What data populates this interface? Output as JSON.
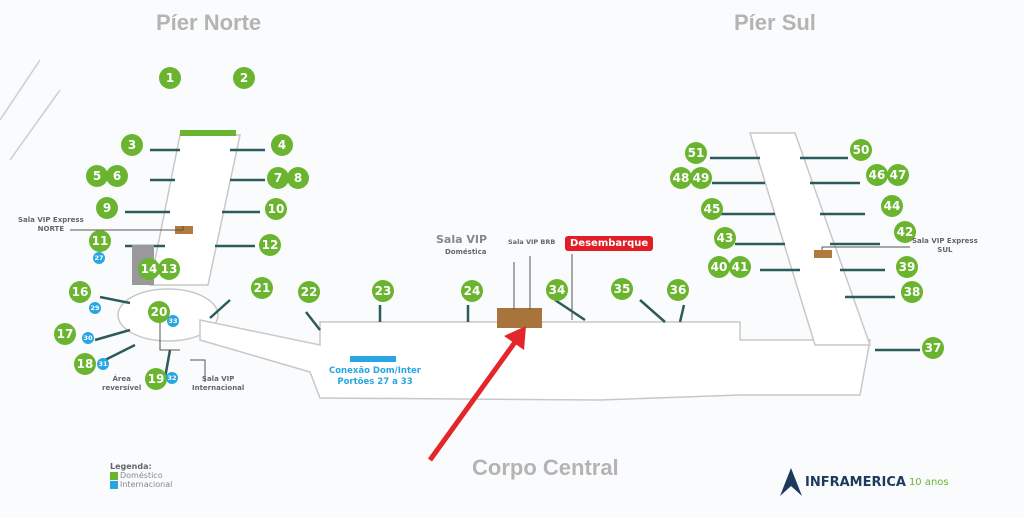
{
  "titles": {
    "north": "Píer Norte",
    "south": "Píer Sul",
    "central": "Corpo Central"
  },
  "colors": {
    "domestic": "#6ab42f",
    "international": "#27a6e1",
    "disembark": "#e01e26",
    "arrow": "#e3262b",
    "vip_room": "#a8743c"
  },
  "gates_domestic": [
    {
      "n": "1"
    },
    {
      "n": "2"
    },
    {
      "n": "3"
    },
    {
      "n": "4"
    },
    {
      "n": "5"
    },
    {
      "n": "6"
    },
    {
      "n": "7"
    },
    {
      "n": "8"
    },
    {
      "n": "9"
    },
    {
      "n": "10"
    },
    {
      "n": "11"
    },
    {
      "n": "12"
    },
    {
      "n": "13"
    },
    {
      "n": "14"
    },
    {
      "n": "16"
    },
    {
      "n": "17"
    },
    {
      "n": "18"
    },
    {
      "n": "19"
    },
    {
      "n": "20"
    },
    {
      "n": "21"
    },
    {
      "n": "22"
    },
    {
      "n": "23"
    },
    {
      "n": "24"
    },
    {
      "n": "34"
    },
    {
      "n": "35"
    },
    {
      "n": "36"
    },
    {
      "n": "37"
    },
    {
      "n": "38"
    },
    {
      "n": "39"
    },
    {
      "n": "40"
    },
    {
      "n": "41"
    },
    {
      "n": "42"
    },
    {
      "n": "43"
    },
    {
      "n": "44"
    },
    {
      "n": "45"
    },
    {
      "n": "46"
    },
    {
      "n": "47"
    },
    {
      "n": "48"
    },
    {
      "n": "49"
    },
    {
      "n": "50"
    },
    {
      "n": "51"
    }
  ],
  "gates_international": [
    {
      "n": "27"
    },
    {
      "n": "29"
    },
    {
      "n": "30"
    },
    {
      "n": "31"
    },
    {
      "n": "32"
    },
    {
      "n": "33"
    }
  ],
  "labels": {
    "vip_express_norte": "Sala VIP Express\nNORTE",
    "vip_express_sul": "Sala VIP Express\nSUL",
    "vip_domestica_title": "Sala VIP",
    "vip_domestica_sub": "Doméstica",
    "vip_brb": "Sala VIP BRB",
    "vip_internacional": "Sala VIP\nInternacional",
    "area_reversivel": "Área\nreversível",
    "desembarque": "Desembarque",
    "conexao": "Conexão Dom/Inter\nPortões 27 a 33"
  },
  "legend": {
    "title": "Legenda:",
    "domestic": "Doméstico",
    "international": "Internacional"
  },
  "logo": {
    "brand": "INFRAMERICA",
    "anniversary": "10 anos"
  }
}
